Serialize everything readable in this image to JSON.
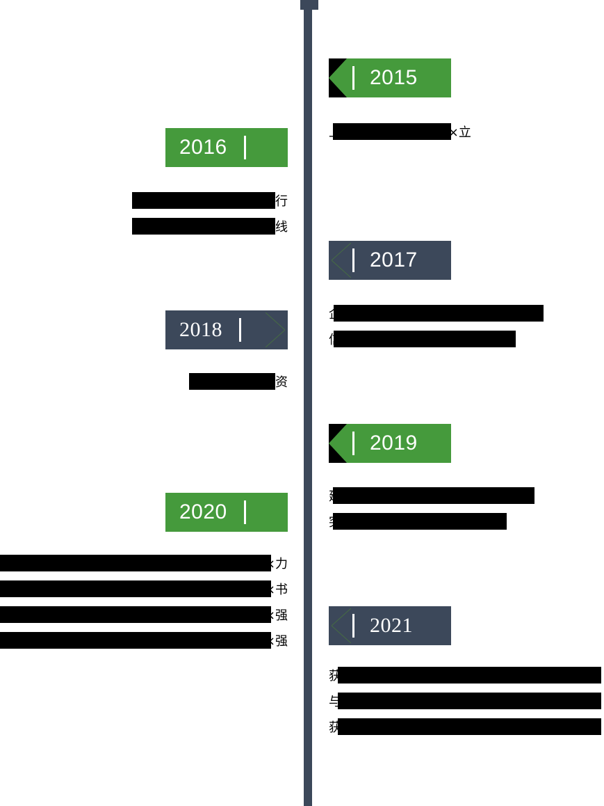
{
  "figure": {
    "type": "vertical-timeline",
    "orientation": "alternating",
    "redacted": true,
    "colors": {
      "green": "#459a3c",
      "slate": "#3c485a",
      "axis": "#3c485a",
      "redaction": "#000000",
      "chip_text": "#ffffff",
      "body_text": "#000000",
      "background": "#ffffff"
    }
  },
  "axis": {
    "cap_label": "timeline-cap",
    "line_label": "timeline-axis"
  },
  "entries": [
    {
      "year": "2015",
      "side": "right",
      "chip_style": "green",
      "chip_font": "sans",
      "arrow": "solid-left",
      "lines": [
        {
          "text": "上海××××××××××立",
          "redacted": true
        }
      ]
    },
    {
      "year": "2016",
      "side": "left",
      "chip_style": "green",
      "chip_font": "sans",
      "arrow": "none",
      "lines": [
        {
          "text": "××××××××××××行",
          "redacted": true
        },
        {
          "text": "××××××××××××线",
          "redacted": true
        }
      ]
    },
    {
      "year": "2017",
      "side": "right",
      "chip_style": "slate",
      "chip_font": "sans",
      "arrow": "outline-left",
      "lines": [
        {
          "text": "企业××××××××××××××××业",
          "redacted": true
        },
        {
          "text": "信用××××××××××××××",
          "redacted": true
        }
      ]
    },
    {
      "year": "2018",
      "side": "left",
      "chip_style": "slate",
      "chip_font": "serif",
      "arrow": "outline-right",
      "lines": [
        {
          "text": "××××××资",
          "redacted": true
        }
      ]
    },
    {
      "year": "2019",
      "side": "right",
      "chip_style": "green",
      "chip_font": "sans",
      "arrow": "solid-left",
      "lines": [
        {
          "text": "建立××××××××××××××中",
          "redacted": true
        },
        {
          "text": "突破××××××××××××",
          "redacted": true
        }
      ]
    },
    {
      "year": "2020",
      "side": "left",
      "chip_style": "green",
      "chip_font": "sans",
      "arrow": "none",
      "lines": [
        {
          "text": "××××××××××××××××××力",
          "redacted": true
        },
        {
          "text": "××××××××××××××××××书",
          "redacted": true
        },
        {
          "text": "××××××××××××××××××强",
          "redacted": true
        },
        {
          "text": "××××××××××××××××××强",
          "redacted": true
        }
      ]
    },
    {
      "year": "2021",
      "side": "right",
      "chip_style": "slate",
      "chip_font": "serif",
      "arrow": "outline-left",
      "lines": [
        {
          "text": "获A××××××××××××××××××××",
          "redacted": true
        },
        {
          "text": "与C×××××××××××××××××××××等",
          "redacted": true
        },
        {
          "text": "获评××××××××××××××××××××",
          "redacted": true
        }
      ]
    }
  ]
}
